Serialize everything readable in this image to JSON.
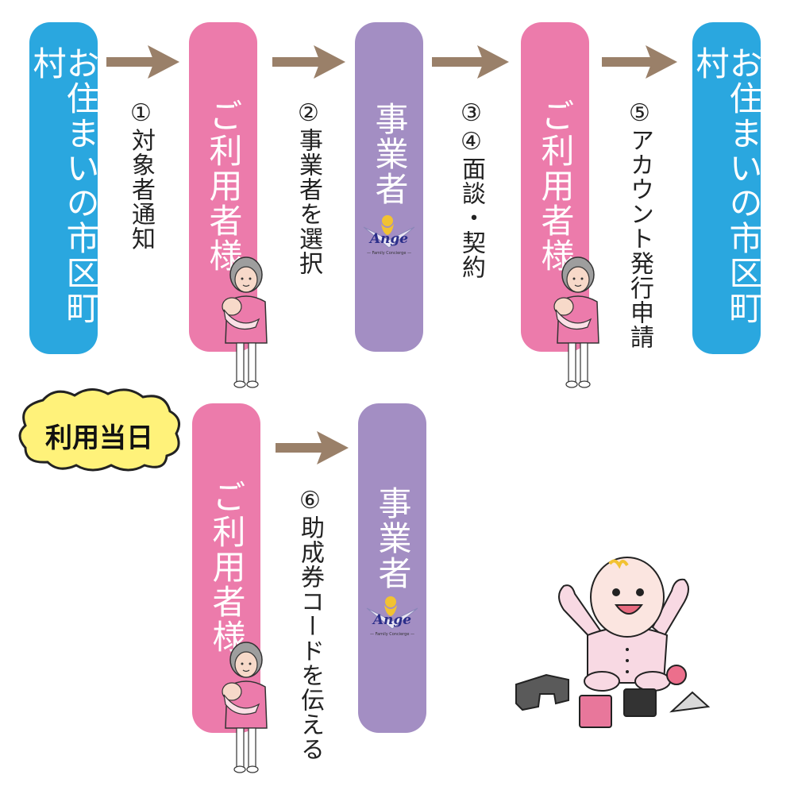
{
  "nodes": {
    "municipality": "お住まいの市区町村",
    "user": "ご利用者様",
    "provider": "事業者"
  },
  "steps": {
    "s1": "①対象者通知",
    "s2": "②事業者を選択",
    "s34": "③④面談・契約",
    "s5": "⑤アカウント発行申請",
    "s6": "⑥助成券コードを伝える"
  },
  "usage_day": "利用当日",
  "logo": {
    "name": "Ange",
    "tagline": "Family Concierge"
  },
  "colors": {
    "municipality": "#2aa7df",
    "user": "#ec7bab",
    "provider": "#a38ec3",
    "arrow": "#9a8069",
    "bubble": "#fff27a"
  }
}
